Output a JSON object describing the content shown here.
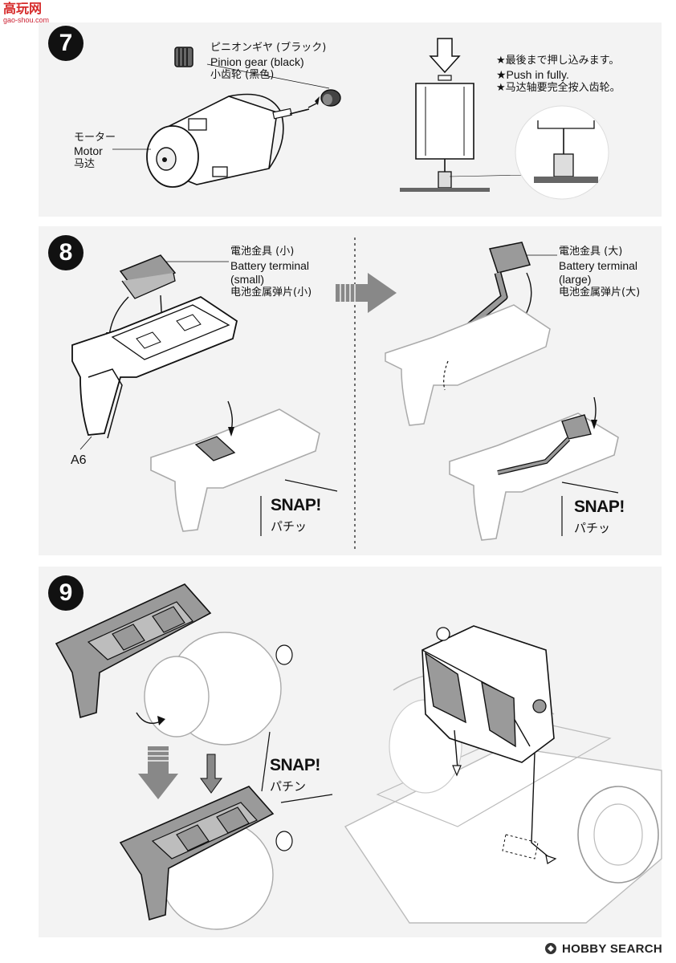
{
  "watermark": {
    "site_name": "高玩网",
    "site_url": "gao-shou.com"
  },
  "step7": {
    "number": "7",
    "pinion": {
      "jp": "ピニオンギヤ (ブラック)",
      "en": "Pinion gear (black)",
      "cn": "小齿轮 (黑色)"
    },
    "motor": {
      "jp": "モーター",
      "en": "Motor",
      "cn": "马达"
    },
    "note": {
      "jp": "★最後まで押し込みます。",
      "en": "★Push in fully.",
      "cn": "★马达轴要完全按入齿轮。"
    }
  },
  "step8": {
    "number": "8",
    "small_terminal": {
      "jp": "電池金具 (小)",
      "en_line1": "Battery terminal",
      "en_line2": "(small)",
      "cn": "电池金属弹片(小)"
    },
    "large_terminal": {
      "jp": "電池金具 (大)",
      "en_line1": "Battery terminal",
      "en_line2": "(large)",
      "cn": "电池金属弹片(大)"
    },
    "part_label": "A6",
    "snap_left": {
      "en": "SNAP!",
      "jp": "パチッ"
    },
    "snap_right": {
      "en": "SNAP!",
      "jp": "パチッ"
    }
  },
  "step9": {
    "number": "9",
    "snap": {
      "en": "SNAP!",
      "jp": "パチン"
    }
  },
  "footer": {
    "brand": "HOBBY SEARCH"
  },
  "colors": {
    "panel_bg": "#f3f3f3",
    "ink": "#111111",
    "part_gray": "#9a9a9a",
    "watermark_red": "#d62b2b"
  }
}
